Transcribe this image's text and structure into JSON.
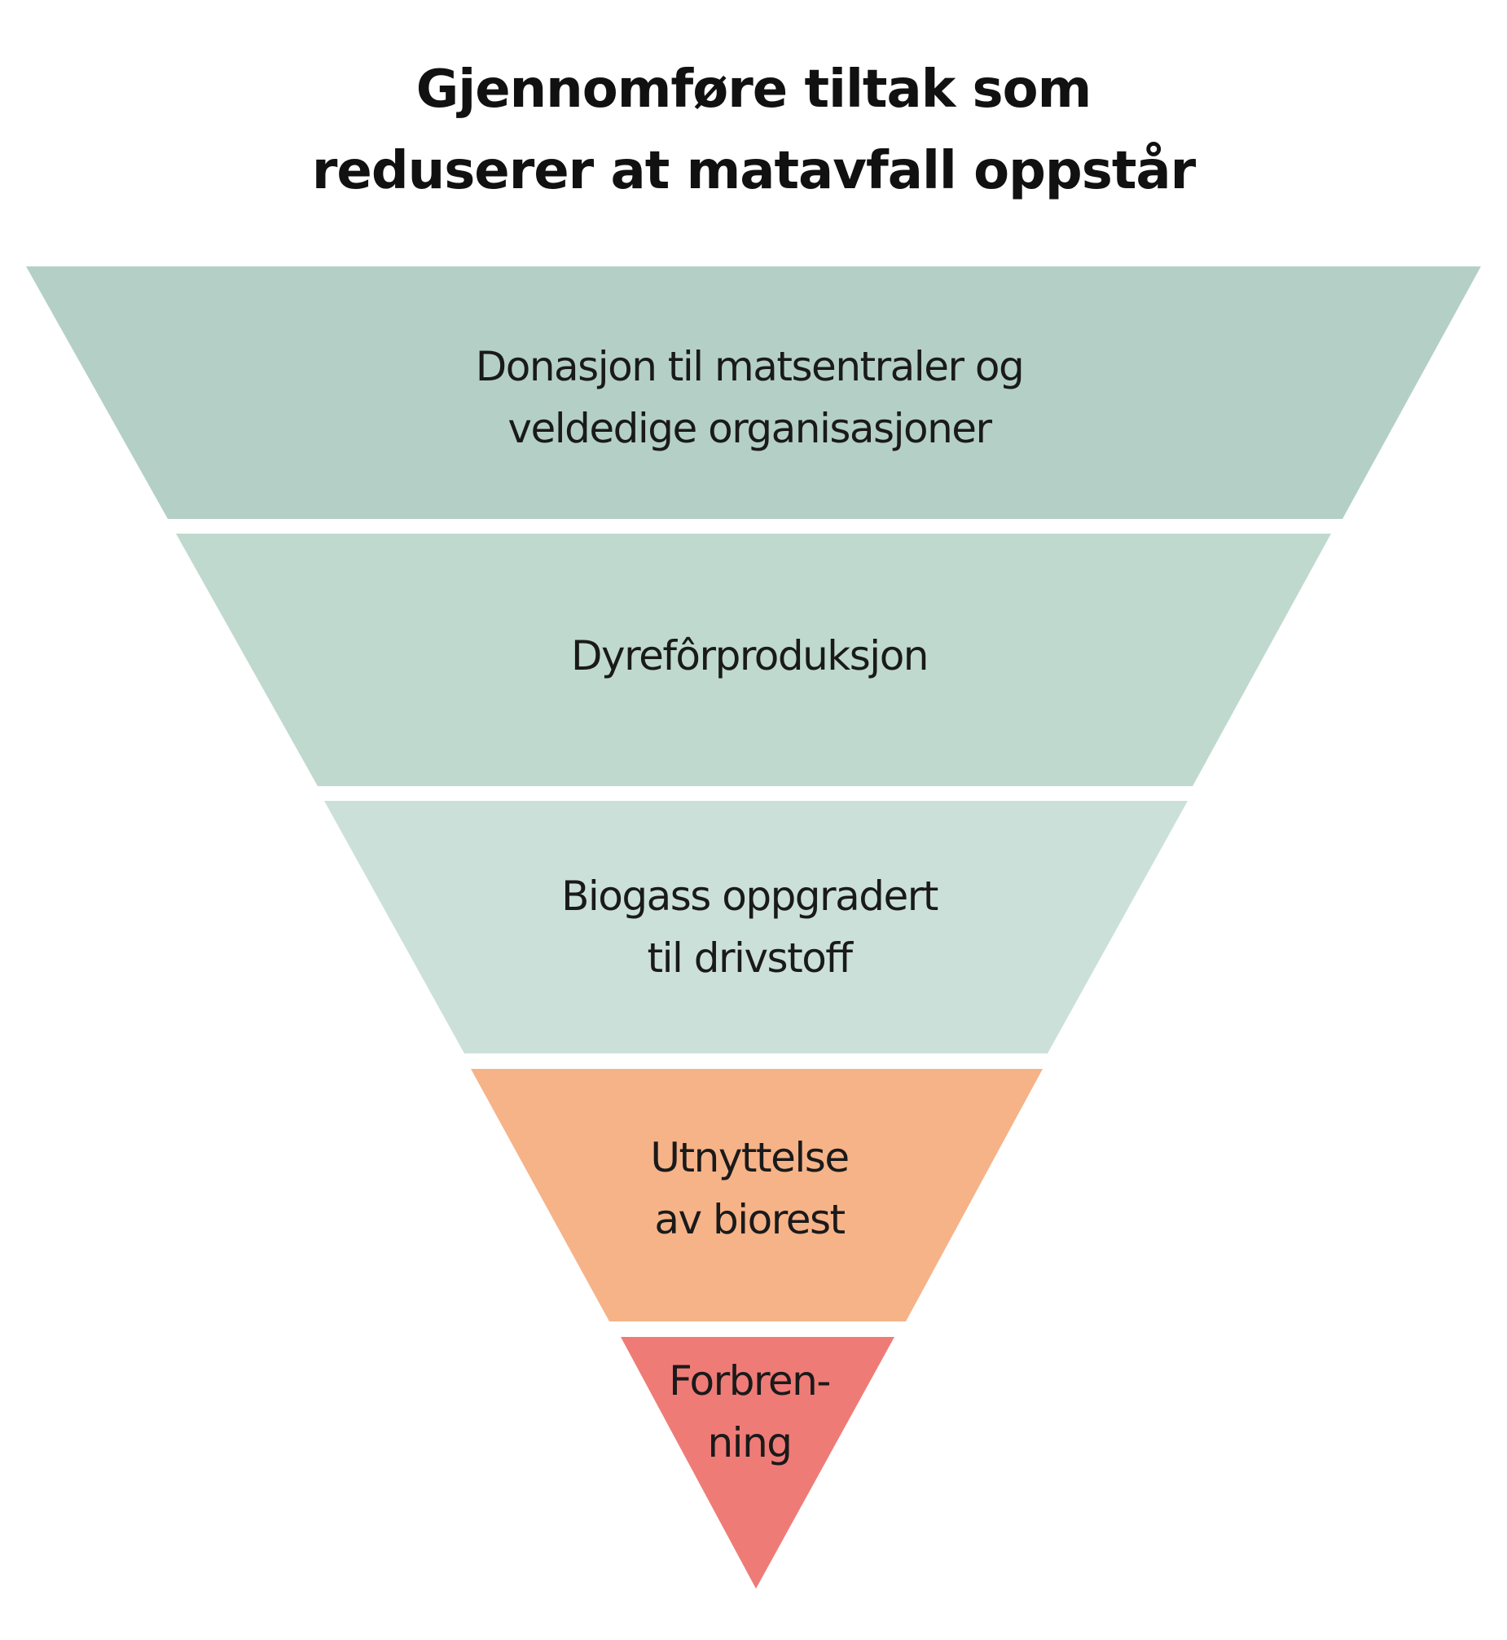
{
  "title": {
    "line1": "Gjennomføre tiltak som",
    "line2": "reduserer at matavfall oppstår"
  },
  "tiers": [
    {
      "lines": [
        "Donasjon til matsentraler og",
        "veldedige organisasjoner"
      ],
      "color": "#b4d0c6"
    },
    {
      "lines": [
        "Dyrefôrproduksjon"
      ],
      "color": "#bfd9cf"
    },
    {
      "lines": [
        "Biogass oppgradert",
        "til drivstoff"
      ],
      "color": "#cbe0d9"
    },
    {
      "lines": [
        "Utnyttelse",
        "av biorest"
      ],
      "color": "#f6b388"
    },
    {
      "lines": [
        "Forbren-",
        "ning"
      ],
      "color": "#ef7b77"
    }
  ]
}
